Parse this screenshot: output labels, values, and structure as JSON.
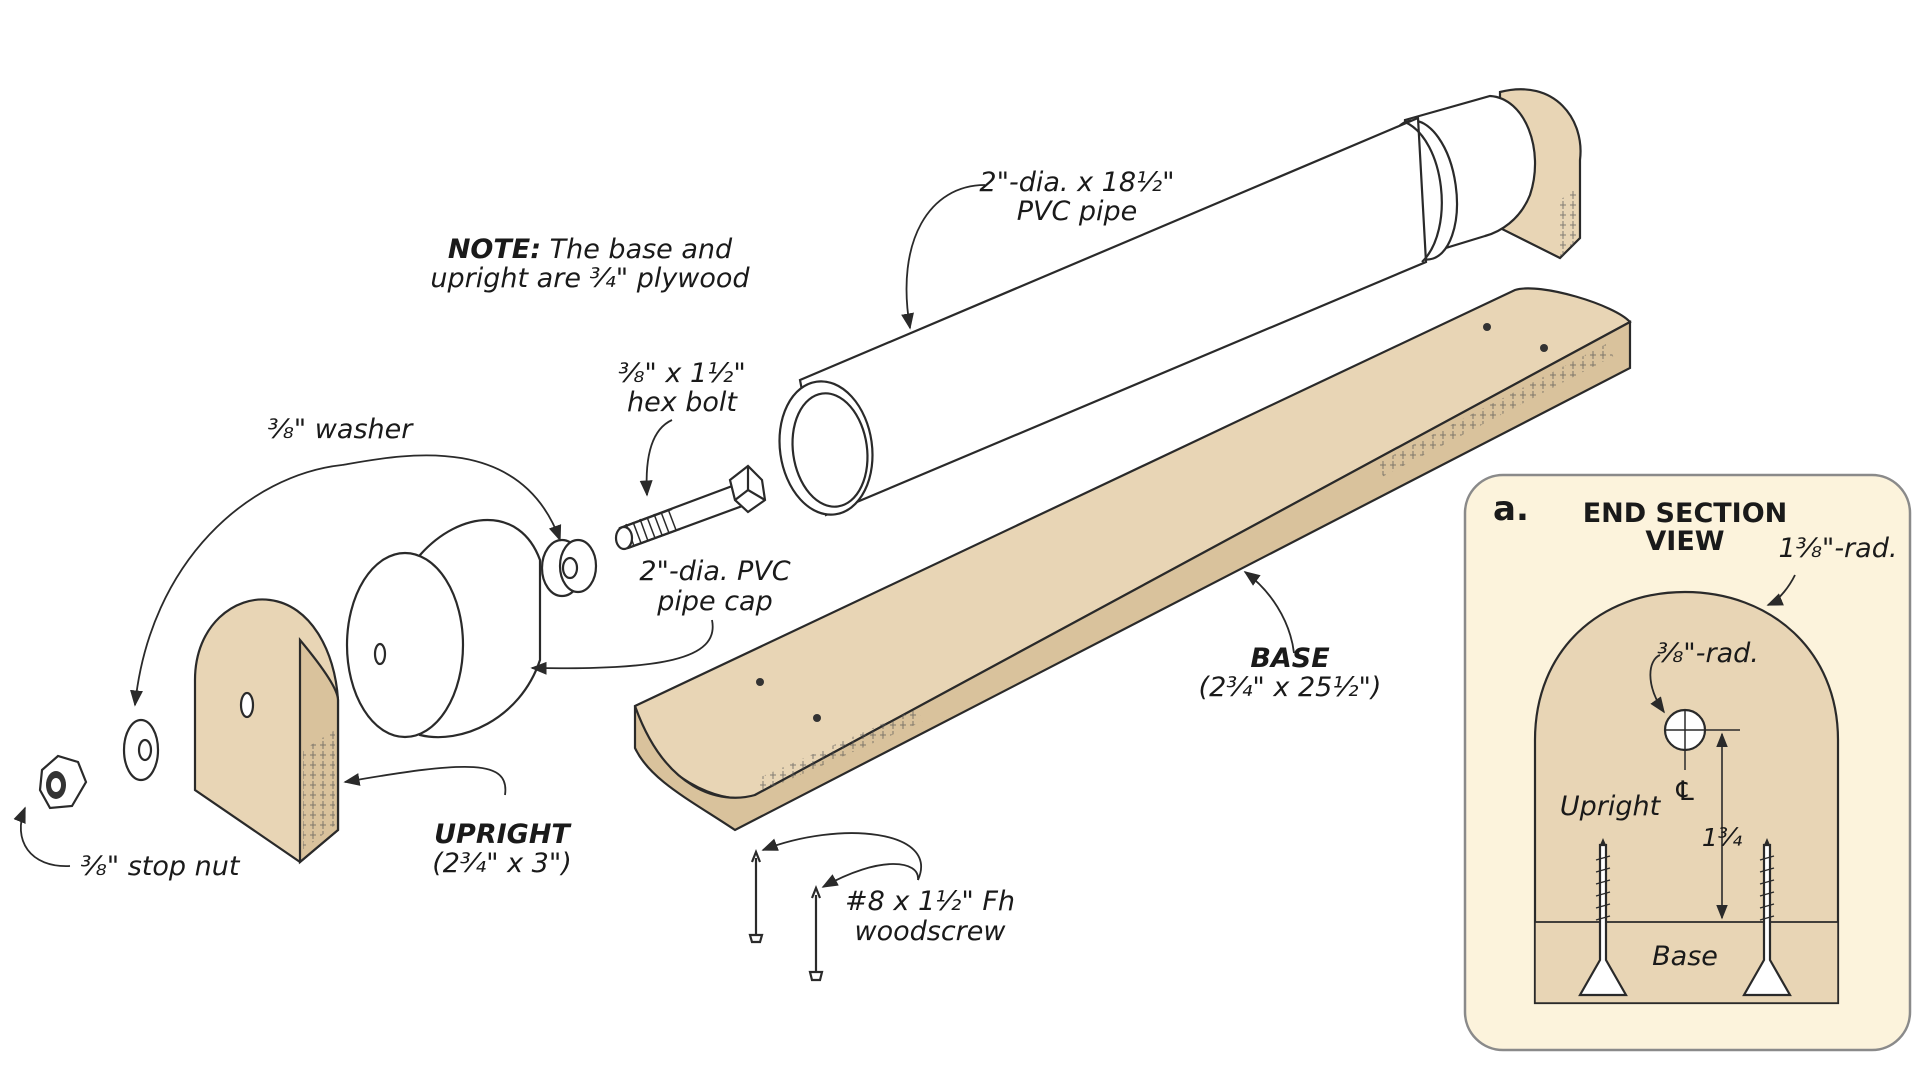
{
  "colors": {
    "wood": "#e8d5b5",
    "wood_edge": "#d9c29c",
    "pvc": "#ffffff",
    "inset_bg": "#fcf3dc",
    "inset_border": "#8a8a8a",
    "line": "#2a2a2a"
  },
  "note": {
    "bold": "NOTE:",
    "line1_rest": " The base and",
    "line2": "upright are ¾\" plywood"
  },
  "labels": {
    "pvc_pipe": {
      "line1": "2\"-dia. x 18½\"",
      "line2": "PVC pipe"
    },
    "hex_bolt": {
      "line1": "⅜\" x 1½\"",
      "line2": "hex bolt"
    },
    "washer": "⅜\"  washer",
    "pipe_cap": {
      "line1": "2\"-dia. PVC",
      "line2": "pipe cap"
    },
    "base": {
      "title": "BASE",
      "dims": "(2¾\" x 25½\")"
    },
    "upright": {
      "title": "UPRIGHT",
      "dims": "(2¾\" x 3\")"
    },
    "stop_nut": "⅜\"  stop nut",
    "woodscrew": {
      "line1": "#8 x 1½\" Fh",
      "line2": "woodscrew"
    }
  },
  "inset": {
    "letter": "a.",
    "title_line1": "END SECTION",
    "title_line2": "VIEW",
    "outer_radius": "1⅜\"-rad.",
    "hole_radius": "⅜\"-rad.",
    "centerline": "℄",
    "upright": "Upright",
    "height": "1¾",
    "base": "Base"
  }
}
